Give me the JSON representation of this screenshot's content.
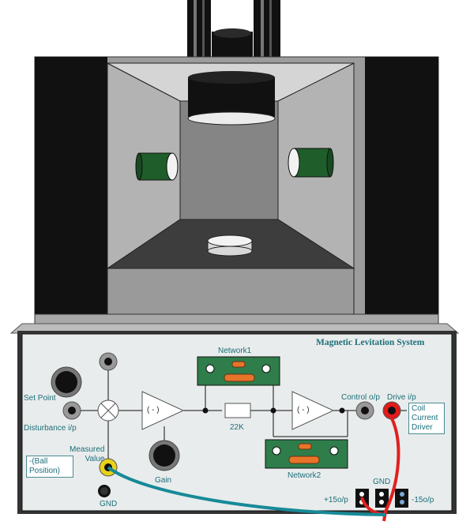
{
  "panel": {
    "title": "Magnetic Levitation System"
  },
  "labels": {
    "set_point": "Set Point",
    "disturbance": "Disturbance i/p",
    "measured_value": "Measured\nValue",
    "ball_position": "-(Ball\nPosition)",
    "gnd_left": "GND",
    "gain": "Gain",
    "network1": "Network1",
    "network2": "Network2",
    "resistor": "22K",
    "control_out": "Control o/p",
    "drive_in": "Drive i/p",
    "coil_driver": "Coil\nCurrent\nDriver",
    "gnd_right": "GND",
    "plus15": "+15o/p",
    "minus15": "-15o/p",
    "inverter1": "( - )",
    "inverter2": "( - )"
  },
  "colors": {
    "label_text": "#1b6f7a",
    "coil_green": "#1f5e2a",
    "network_board": "#2e7d4a",
    "network_pad": "#e8742a",
    "drive_socket": "#e11b1b",
    "measured_socket": "#e8d21a",
    "wire_red": "#e02020",
    "wire_teal": "#178a98"
  }
}
